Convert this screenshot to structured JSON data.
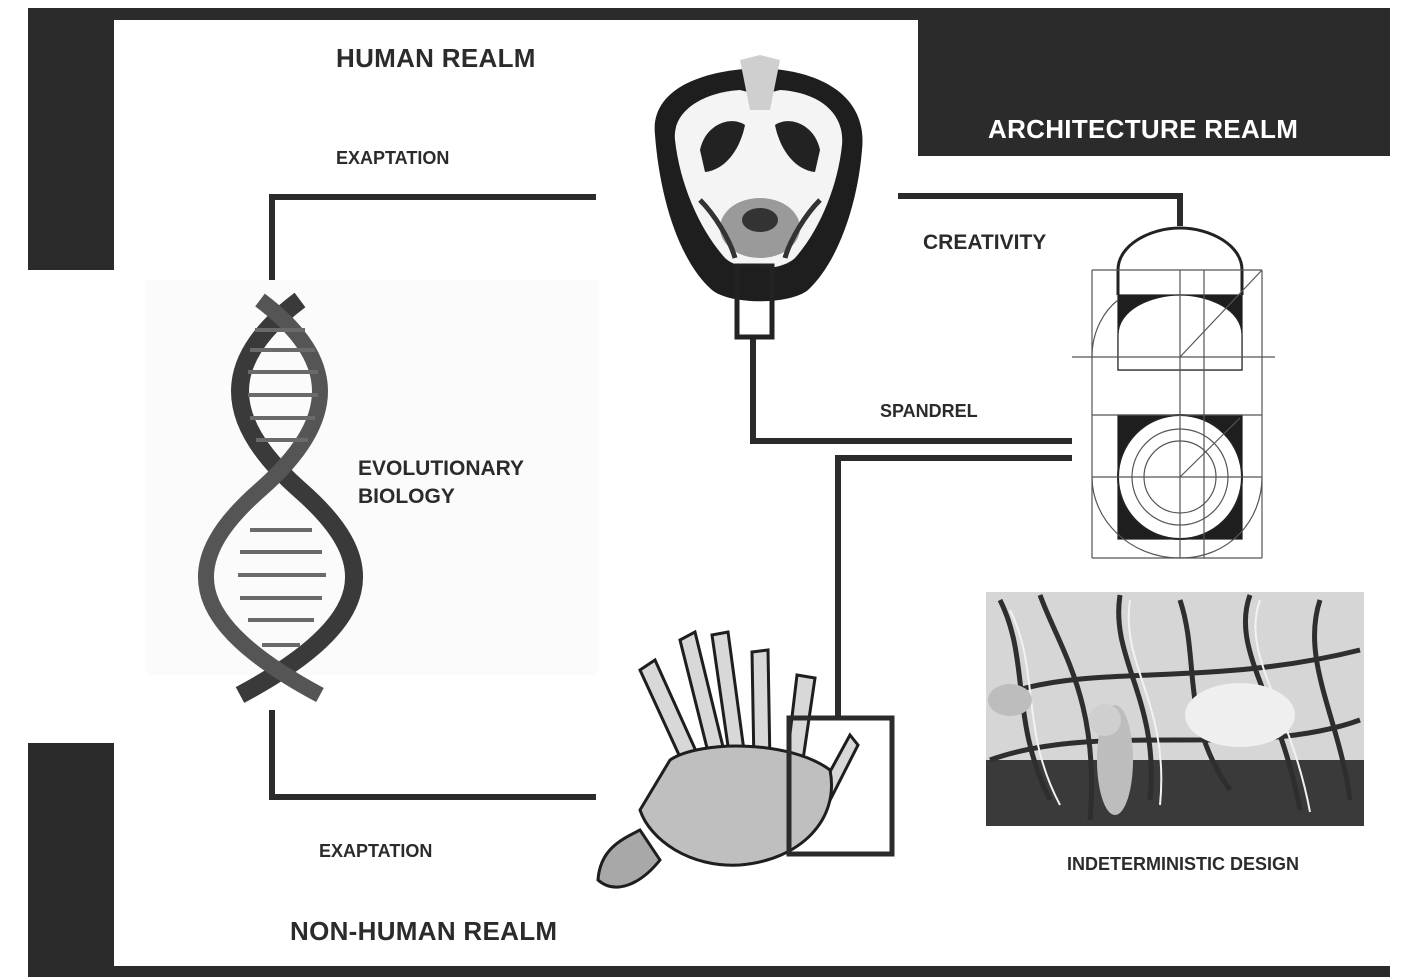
{
  "realms": {
    "human": "HUMAN REALM",
    "architecture": "ARCHITECTURE REALM",
    "non_human": "NON-HUMAN REALM"
  },
  "links": {
    "exaptation_top": "EXAPTATION",
    "exaptation_bottom": "EXAPTATION",
    "creativity": "CREATIVITY",
    "spandrel": "SPANDREL"
  },
  "nodes": {
    "evolutionary_biology": [
      "EVOLUTIONARY",
      "BIOLOGY"
    ],
    "indeterministic_design": "INDETERMINISTIC DESIGN"
  },
  "colors": {
    "frame": "#2b2b2b",
    "ink": "#222222",
    "page": "#ffffff"
  },
  "images": [
    "skull-scan-image",
    "dna-helix-image",
    "hand-skeleton-image",
    "arch-geometry-drawing",
    "organic-structure-render"
  ]
}
